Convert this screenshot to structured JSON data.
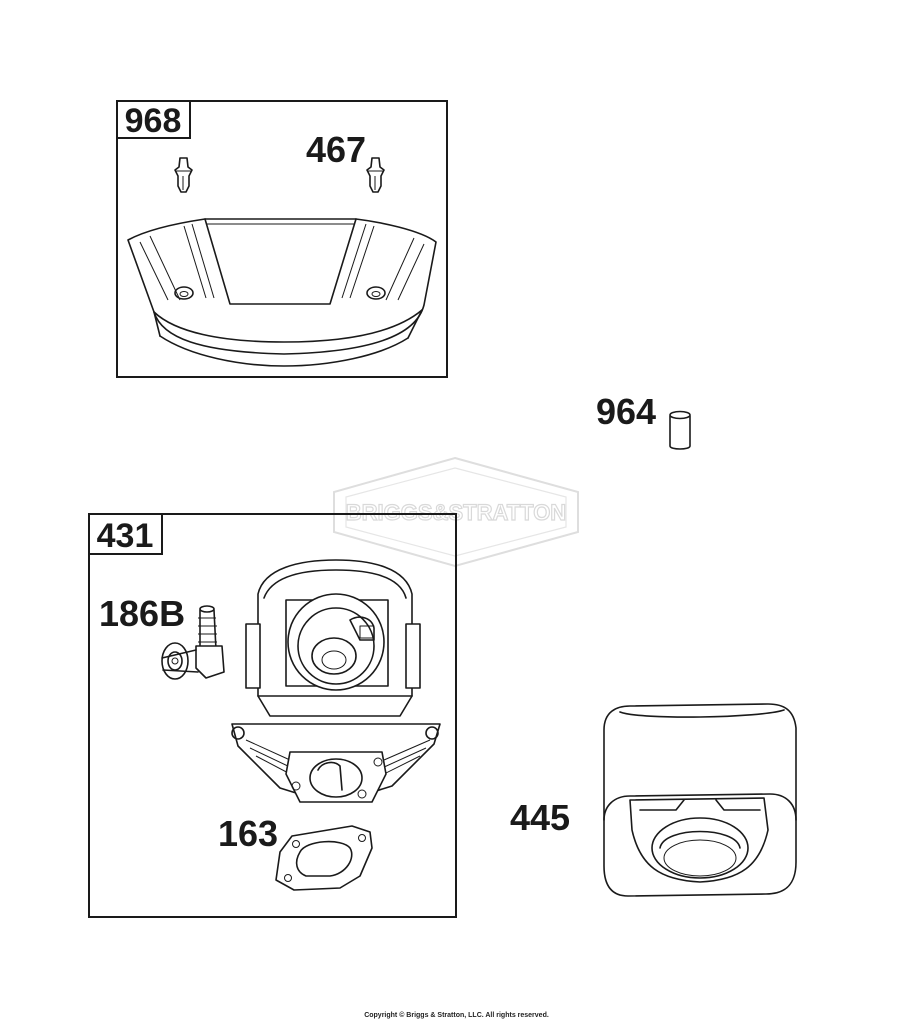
{
  "watermark": {
    "brand": "BRIGGS&STRATTON"
  },
  "boxes": [
    {
      "number": "968"
    },
    {
      "number": "431"
    }
  ],
  "callouts": {
    "pin": "467",
    "bushing": "964",
    "fitting": "186B",
    "gasket": "163",
    "filter": "445"
  },
  "footer": {
    "copyright": "Copyright © Briggs & Stratton, LLC. All rights reserved."
  }
}
